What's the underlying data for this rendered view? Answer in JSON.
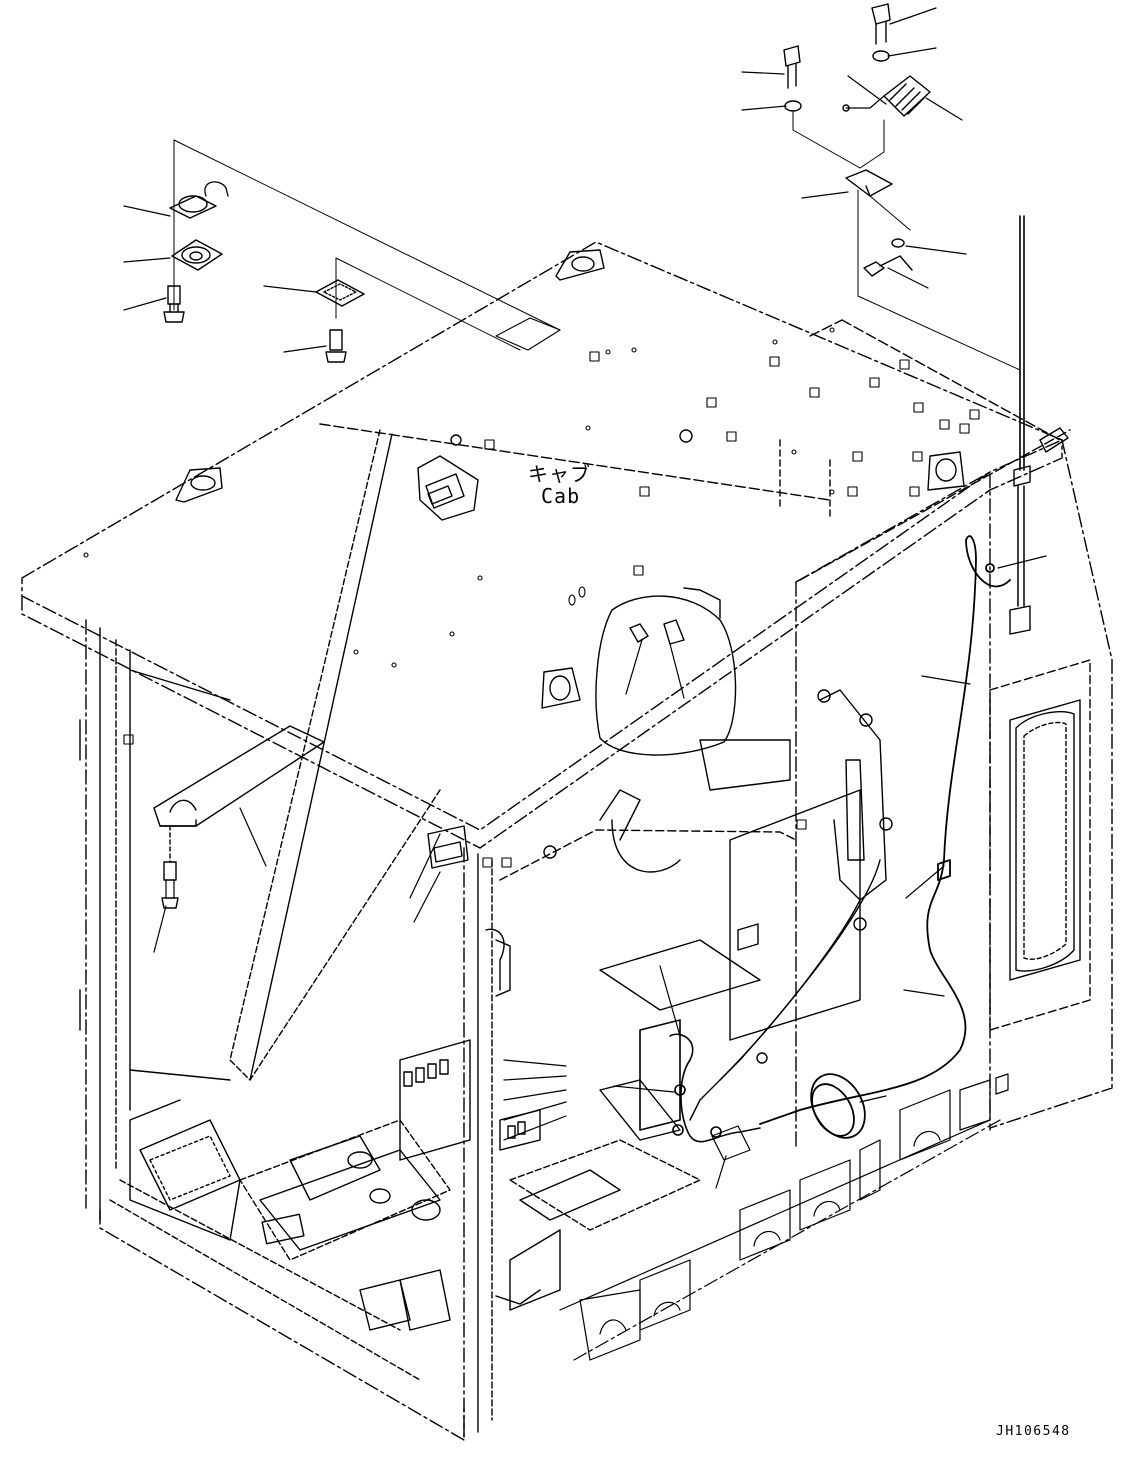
{
  "diagram": {
    "cab_label_jp": "キャブ",
    "cab_label_en": "Cab",
    "drawing_code": "JH106548"
  },
  "colors": {
    "line": "#000000",
    "background": "#ffffff"
  }
}
